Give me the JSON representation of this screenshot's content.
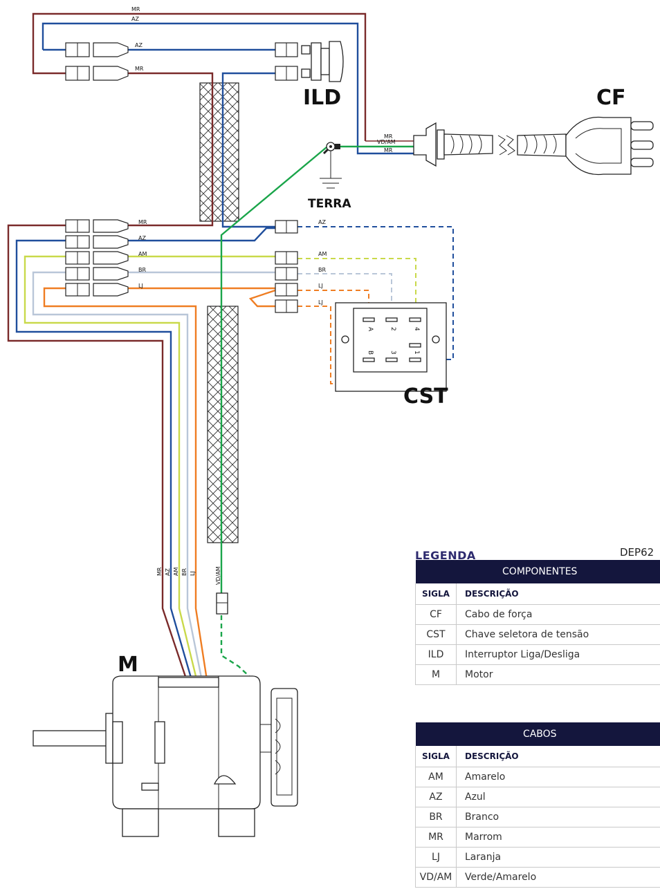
{
  "components": {
    "ild": "ILD",
    "cf": "CF",
    "cst": "CST",
    "motor": "M",
    "terra": "TERRA"
  },
  "wire_labels": {
    "mr": "MR",
    "az": "AZ",
    "am": "AM",
    "br": "BR",
    "lj": "LJ",
    "vdam": "VD/AM"
  },
  "switch_pins": {
    "a": "A",
    "b": "B",
    "p1": "1",
    "p2": "2",
    "p3": "3",
    "p4": "4"
  },
  "colors": {
    "mr": "#7a2a2a",
    "az": "#1f4e9c",
    "am": "#c9d94a",
    "br": "#b9c6d8",
    "lj": "#ef7d22",
    "vdam": "#1aa54a",
    "legend_header": "#14163d",
    "legend_title": "#2d2a6e"
  },
  "legend": {
    "title": "LEGENDA",
    "code": "DEP62",
    "components_table": {
      "header": "COMPONENTES",
      "col_sigla": "SIGLA",
      "col_desc": "DESCRIÇÃO",
      "rows": [
        {
          "sigla": "CF",
          "desc": "Cabo de força"
        },
        {
          "sigla": "CST",
          "desc": "Chave seletora de tensão"
        },
        {
          "sigla": "ILD",
          "desc": "Interruptor Liga/Desliga"
        },
        {
          "sigla": "M",
          "desc": "Motor"
        }
      ]
    },
    "cables_table": {
      "header": "CABOS",
      "col_sigla": "SIGLA",
      "col_desc": "DESCRIÇÃO",
      "rows": [
        {
          "sigla": "AM",
          "desc": "Amarelo"
        },
        {
          "sigla": "AZ",
          "desc": "Azul"
        },
        {
          "sigla": "BR",
          "desc": "Branco"
        },
        {
          "sigla": "MR",
          "desc": "Marrom"
        },
        {
          "sigla": "LJ",
          "desc": "Laranja"
        },
        {
          "sigla": "VD/AM",
          "desc": "Verde/Amarelo"
        }
      ]
    }
  }
}
